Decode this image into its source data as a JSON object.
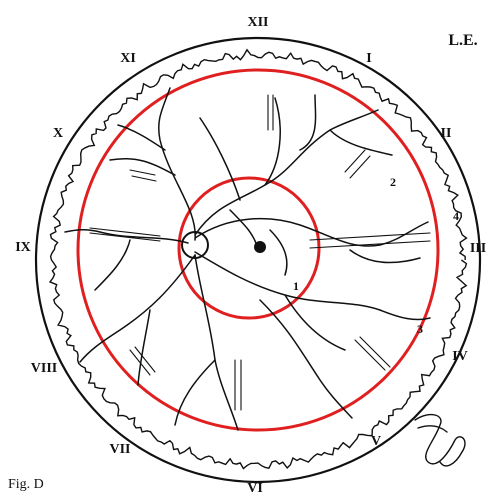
{
  "eye_label": "L.E.",
  "figure_caption": "Fig. D",
  "clock_hours": [
    "XII",
    "I",
    "II",
    "III",
    "IV",
    "V",
    "VI",
    "VII",
    "VIII",
    "IX",
    "X",
    "XI"
  ],
  "zones": [
    "1",
    "2",
    "3",
    "4"
  ],
  "colors": {
    "zone_ring": "#e02020",
    "line": "#111111"
  },
  "icons": [
    "signature-mark"
  ]
}
